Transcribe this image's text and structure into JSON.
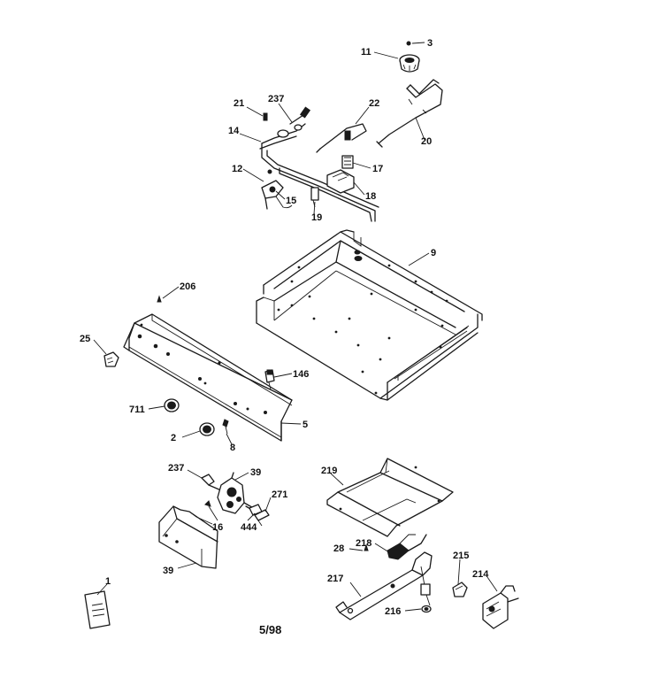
{
  "labels": {
    "p3": "3",
    "p11": "11",
    "p237a": "237",
    "p21": "21",
    "p22": "22",
    "p14": "14",
    "p20": "20",
    "p17": "17",
    "p12": "12",
    "p15": "15",
    "p18": "18",
    "p19": "19",
    "p9": "9",
    "p206": "206",
    "p25": "25",
    "p146": "146",
    "p711": "711",
    "p5": "5",
    "p2": "2",
    "p8": "8",
    "p237b": "237",
    "p39a": "39",
    "p219": "219",
    "p271": "271",
    "p16": "16",
    "p444": "444",
    "p39b": "39",
    "p28": "28",
    "p218": "218",
    "p215": "215",
    "p214": "214",
    "p217": "217",
    "p216": "216",
    "p1": "1"
  },
  "footer": {
    "date_code": "5/98"
  }
}
